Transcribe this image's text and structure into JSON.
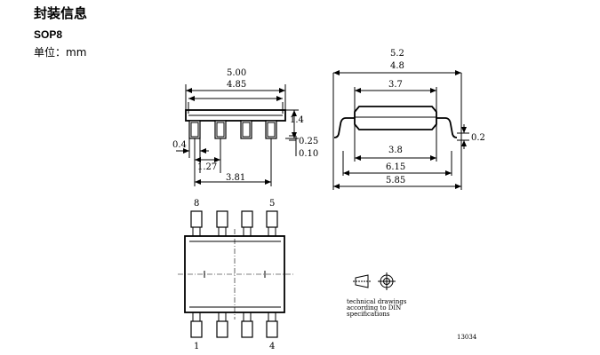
{
  "header": {
    "title": "封装信息",
    "package": "SOP8",
    "unit": "单位：mm"
  },
  "top_view": {
    "dim_width_max": "5.00",
    "dim_width_min": "4.85",
    "dim_height": "1.4",
    "dim_lead_width": "0.4",
    "dim_pitch": "1.27",
    "dim_span": "3.81",
    "dim_thick_max": "0.25",
    "dim_thick_min": "0.10"
  },
  "side_view": {
    "dim_outer_max": "5.2",
    "dim_outer_min": "4.8",
    "dim_body_top": "3.7",
    "dim_body_bottom": "3.8",
    "dim_lead_span_max": "6.15",
    "dim_lead_span_min": "5.85",
    "dim_standoff": "0.2"
  },
  "bottom_view": {
    "pin_8": "8",
    "pin_5": "5",
    "pin_1": "1",
    "pin_4": "4"
  },
  "note": {
    "line1": "technical drawings",
    "line2": "according to DIN",
    "line3": "specifications",
    "drawing_number": "13034"
  }
}
